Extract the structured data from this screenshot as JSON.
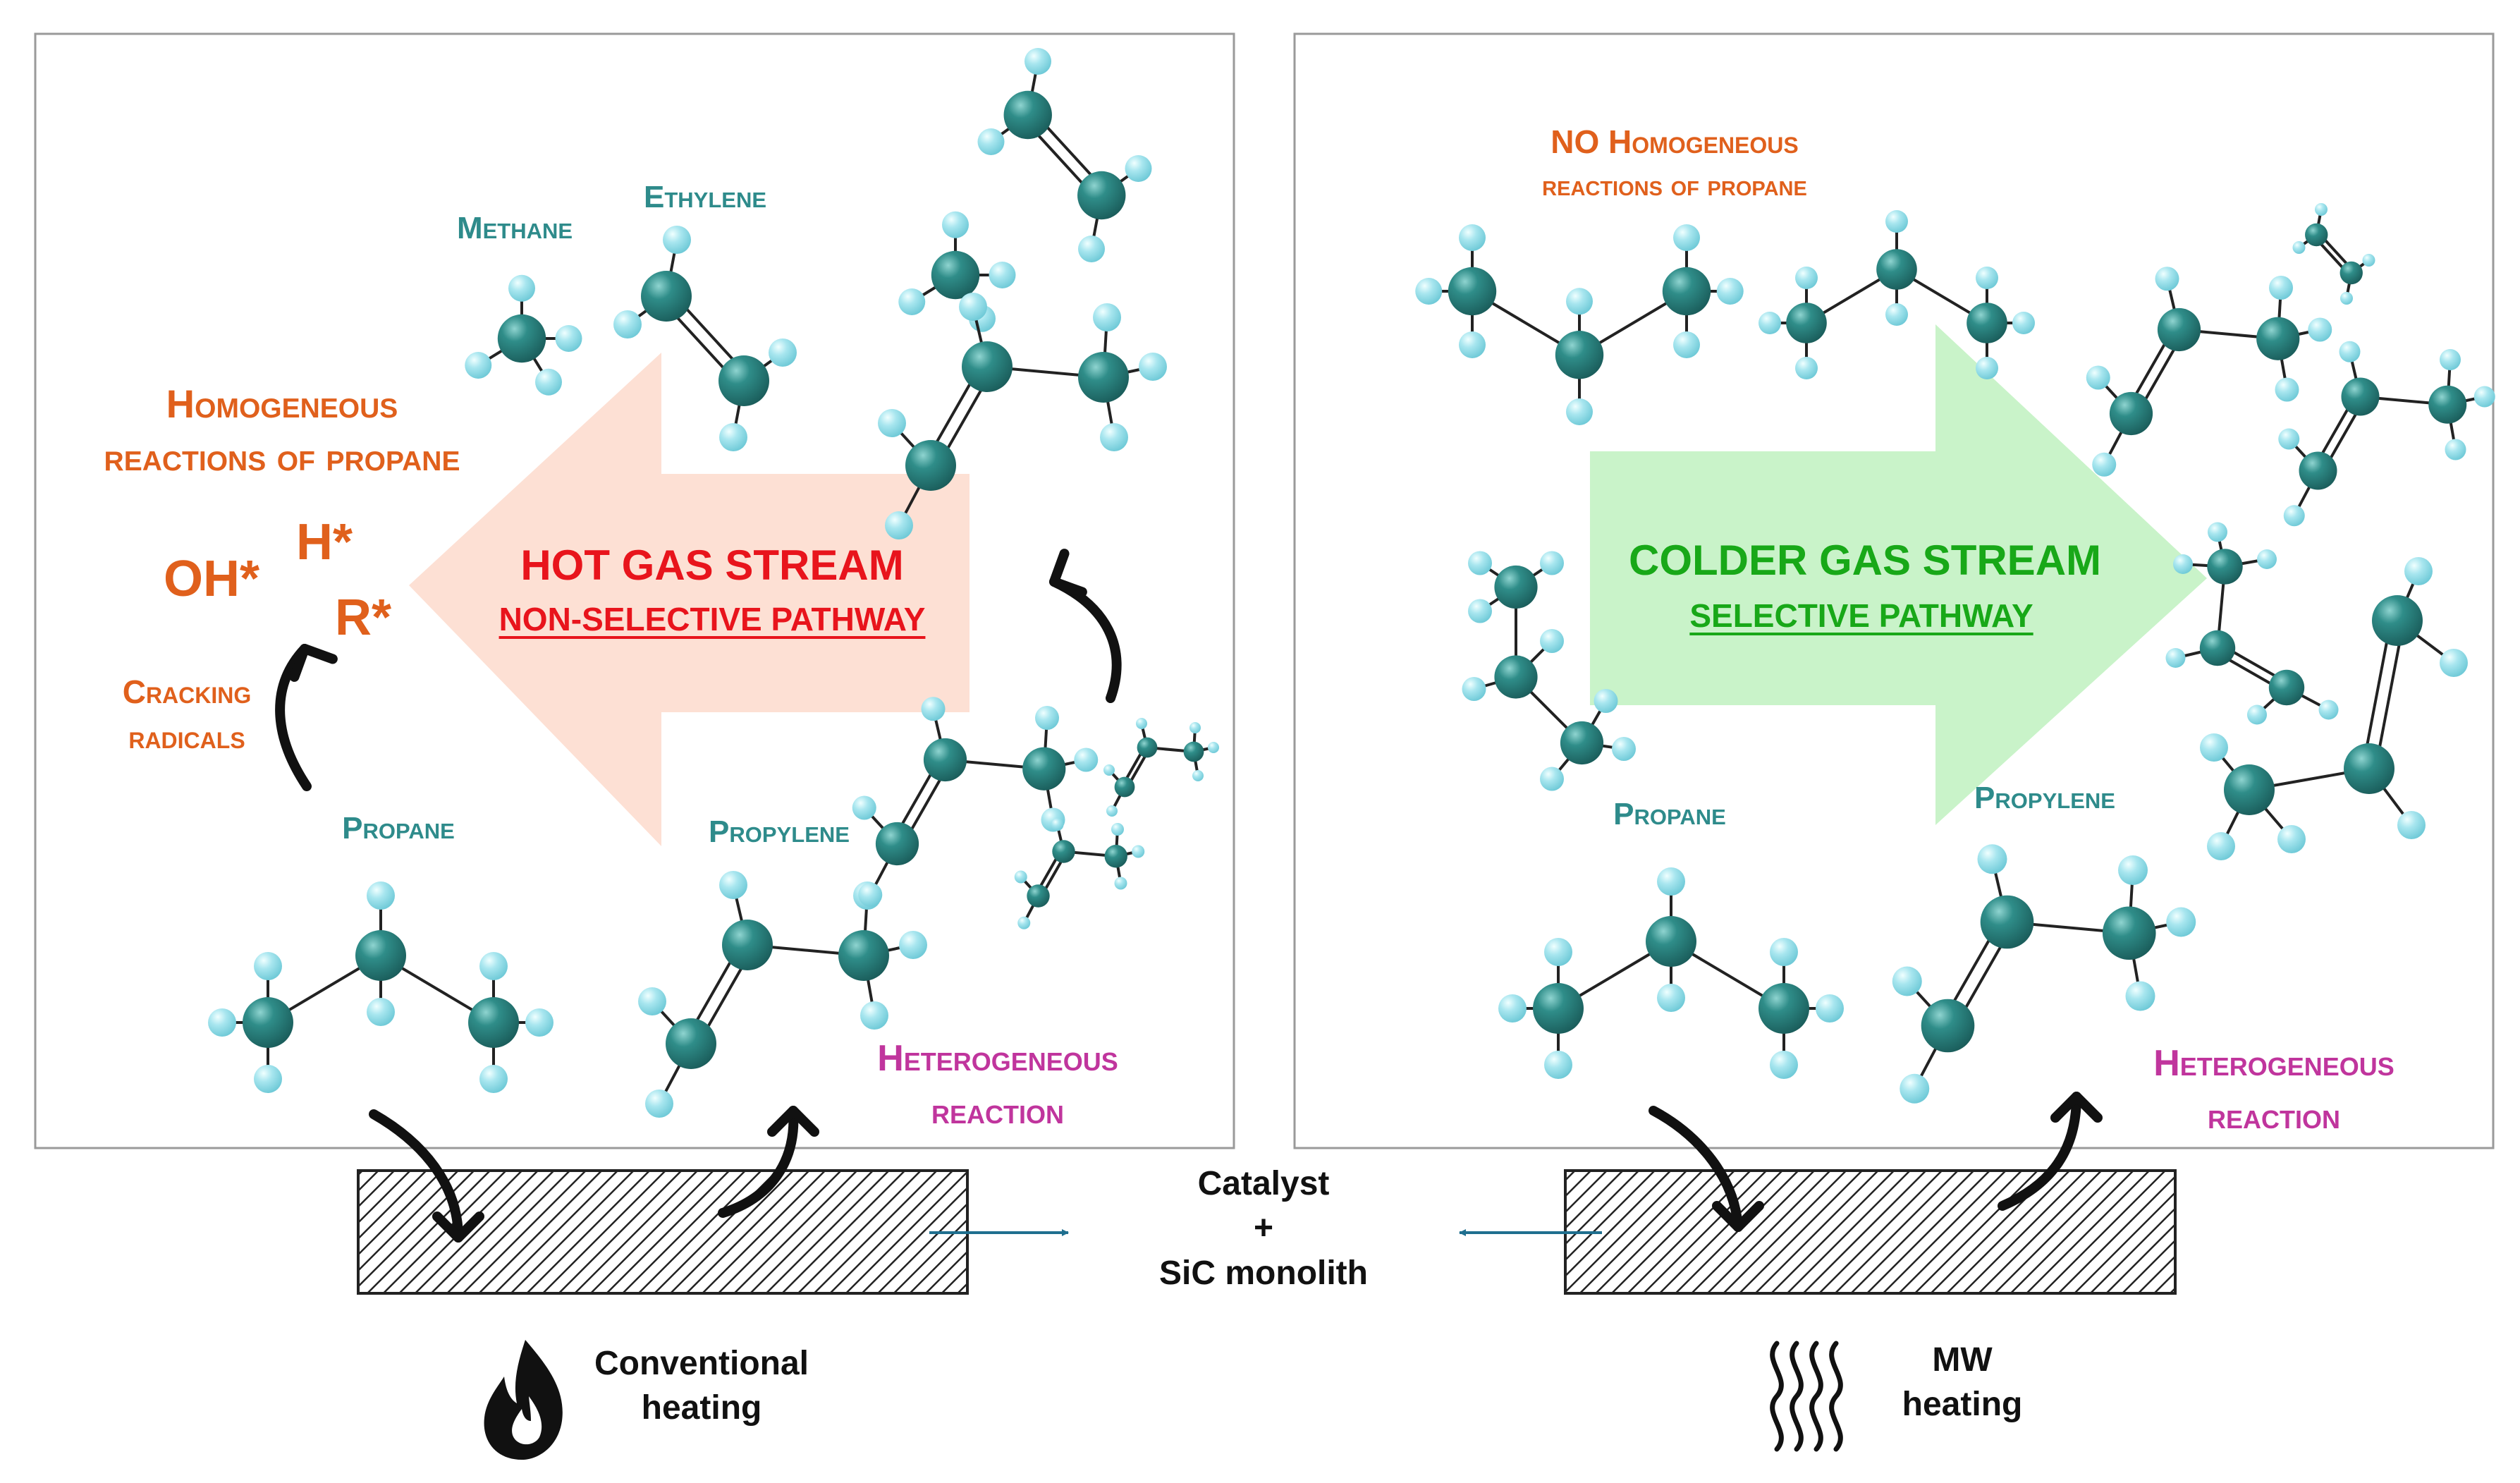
{
  "colors": {
    "teal_label": "#2e8b8b",
    "orange_label": "#e0601c",
    "magenta_label": "#c0359d",
    "hot_arrow": "#fde0d4",
    "cold_arrow": "#c9f3c9",
    "hot_text": "#e8141c",
    "cold_text": "#18a818",
    "carbon_atom": "#2c7d7b",
    "hydrogen_atom": "#9fe3ec"
  },
  "left_panel": {
    "labels": {
      "methane": "Methane",
      "ethylene": "Ethylene",
      "homogeneous_1": "Homogeneous",
      "homogeneous_2": "reactions of propane",
      "radical_oh": "OH*",
      "radical_h": "H*",
      "radical_r": "R*",
      "cracking_1": "Cracking",
      "cracking_2": "radicals",
      "propane": "Propane",
      "propylene": "Propylene",
      "heterogeneous_1": "Heterogeneous",
      "heterogeneous_2": "reaction"
    },
    "arrow": {
      "title": "HOT GAS STREAM",
      "subtitle": "NON-SELECTIVE PATHWAY"
    },
    "heating": {
      "line1": "Conventional",
      "line2": "heating",
      "icon": "flame-icon"
    }
  },
  "right_panel": {
    "labels": {
      "no_homogeneous_1": "NO Homogeneous",
      "no_homogeneous_2": "reactions of propane",
      "propane": "Propane",
      "propylene": "Propylene",
      "heterogeneous_1": "Heterogeneous",
      "heterogeneous_2": "reaction"
    },
    "arrow": {
      "title": "COLDER GAS STREAM",
      "subtitle": "SELECTIVE PATHWAY"
    },
    "heating": {
      "line1": "MW",
      "line2": "heating",
      "icon": "microwave-waves-icon"
    }
  },
  "catalyst": {
    "line1": "Catalyst",
    "line2": "+",
    "line3": "SiC monolith"
  }
}
